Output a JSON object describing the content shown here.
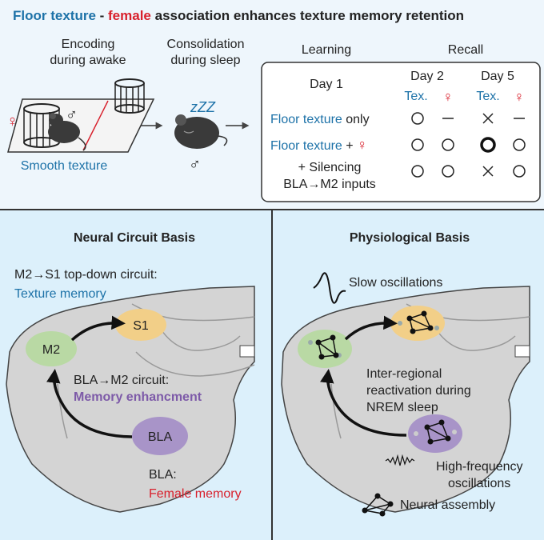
{
  "title": {
    "part1": "Floor texture",
    "dash": " - ",
    "part2": "female",
    "part3": " association enhances texture memory retention"
  },
  "colors": {
    "blue": "#1d72a8",
    "red": "#d8202c",
    "purple": "#7d5aa8",
    "panel_bg": "#dcf0fb",
    "top_bg": "#eef6fc",
    "brain": "#d4d4d4",
    "green_region": "#b9d9a4",
    "orange_region": "#f2cf88",
    "purple_region": "#a894c8"
  },
  "top": {
    "encoding_label_1": "Encoding",
    "encoding_label_2": "during awake",
    "consolidation_label_1": "Consolidation",
    "consolidation_label_2": "during sleep",
    "smooth_texture": "Smooth texture",
    "female_symbol": "♀",
    "male_symbol": "♂",
    "zzz": "zZZ",
    "table": {
      "learning_header": "Learning",
      "recall_header": "Recall",
      "day1": "Day 1",
      "day2": "Day 2",
      "day5": "Day 5",
      "tex": "Tex.",
      "female": "♀",
      "rows": [
        {
          "label_a": "Floor texture",
          "label_b": " only",
          "cells": [
            "○",
            "—",
            "✕",
            "—"
          ]
        },
        {
          "label_a": "Floor texture",
          "label_b": " + ",
          "label_c": "♀",
          "cells": [
            "○",
            "○",
            "O",
            "○"
          ]
        },
        {
          "label_a": "+ Silencing",
          "label_b": "BLA→M2 inputs",
          "cells": [
            "○",
            "○",
            "✕",
            "○"
          ]
        }
      ]
    }
  },
  "left_panel": {
    "title": "Neural Circuit Basis",
    "circuit_line1": "M2→S1 top-down circuit:",
    "circuit_line2": "Texture memory",
    "m2": "M2",
    "s1": "S1",
    "bla": "BLA",
    "bla_circuit_line1": "BLA→M2 circuit:",
    "bla_circuit_line2": "Memory enhancment",
    "bla_label": "BLA:",
    "female_memory": "Female memory"
  },
  "right_panel": {
    "title": "Physiological Basis",
    "slow_osc": "Slow oscillations",
    "reactivation_1": "Inter-regional",
    "reactivation_2": "reactivation during",
    "reactivation_3": "NREM sleep",
    "hf_1": "High-frequency",
    "hf_2": "oscillations",
    "legend": "Neural assembly"
  }
}
